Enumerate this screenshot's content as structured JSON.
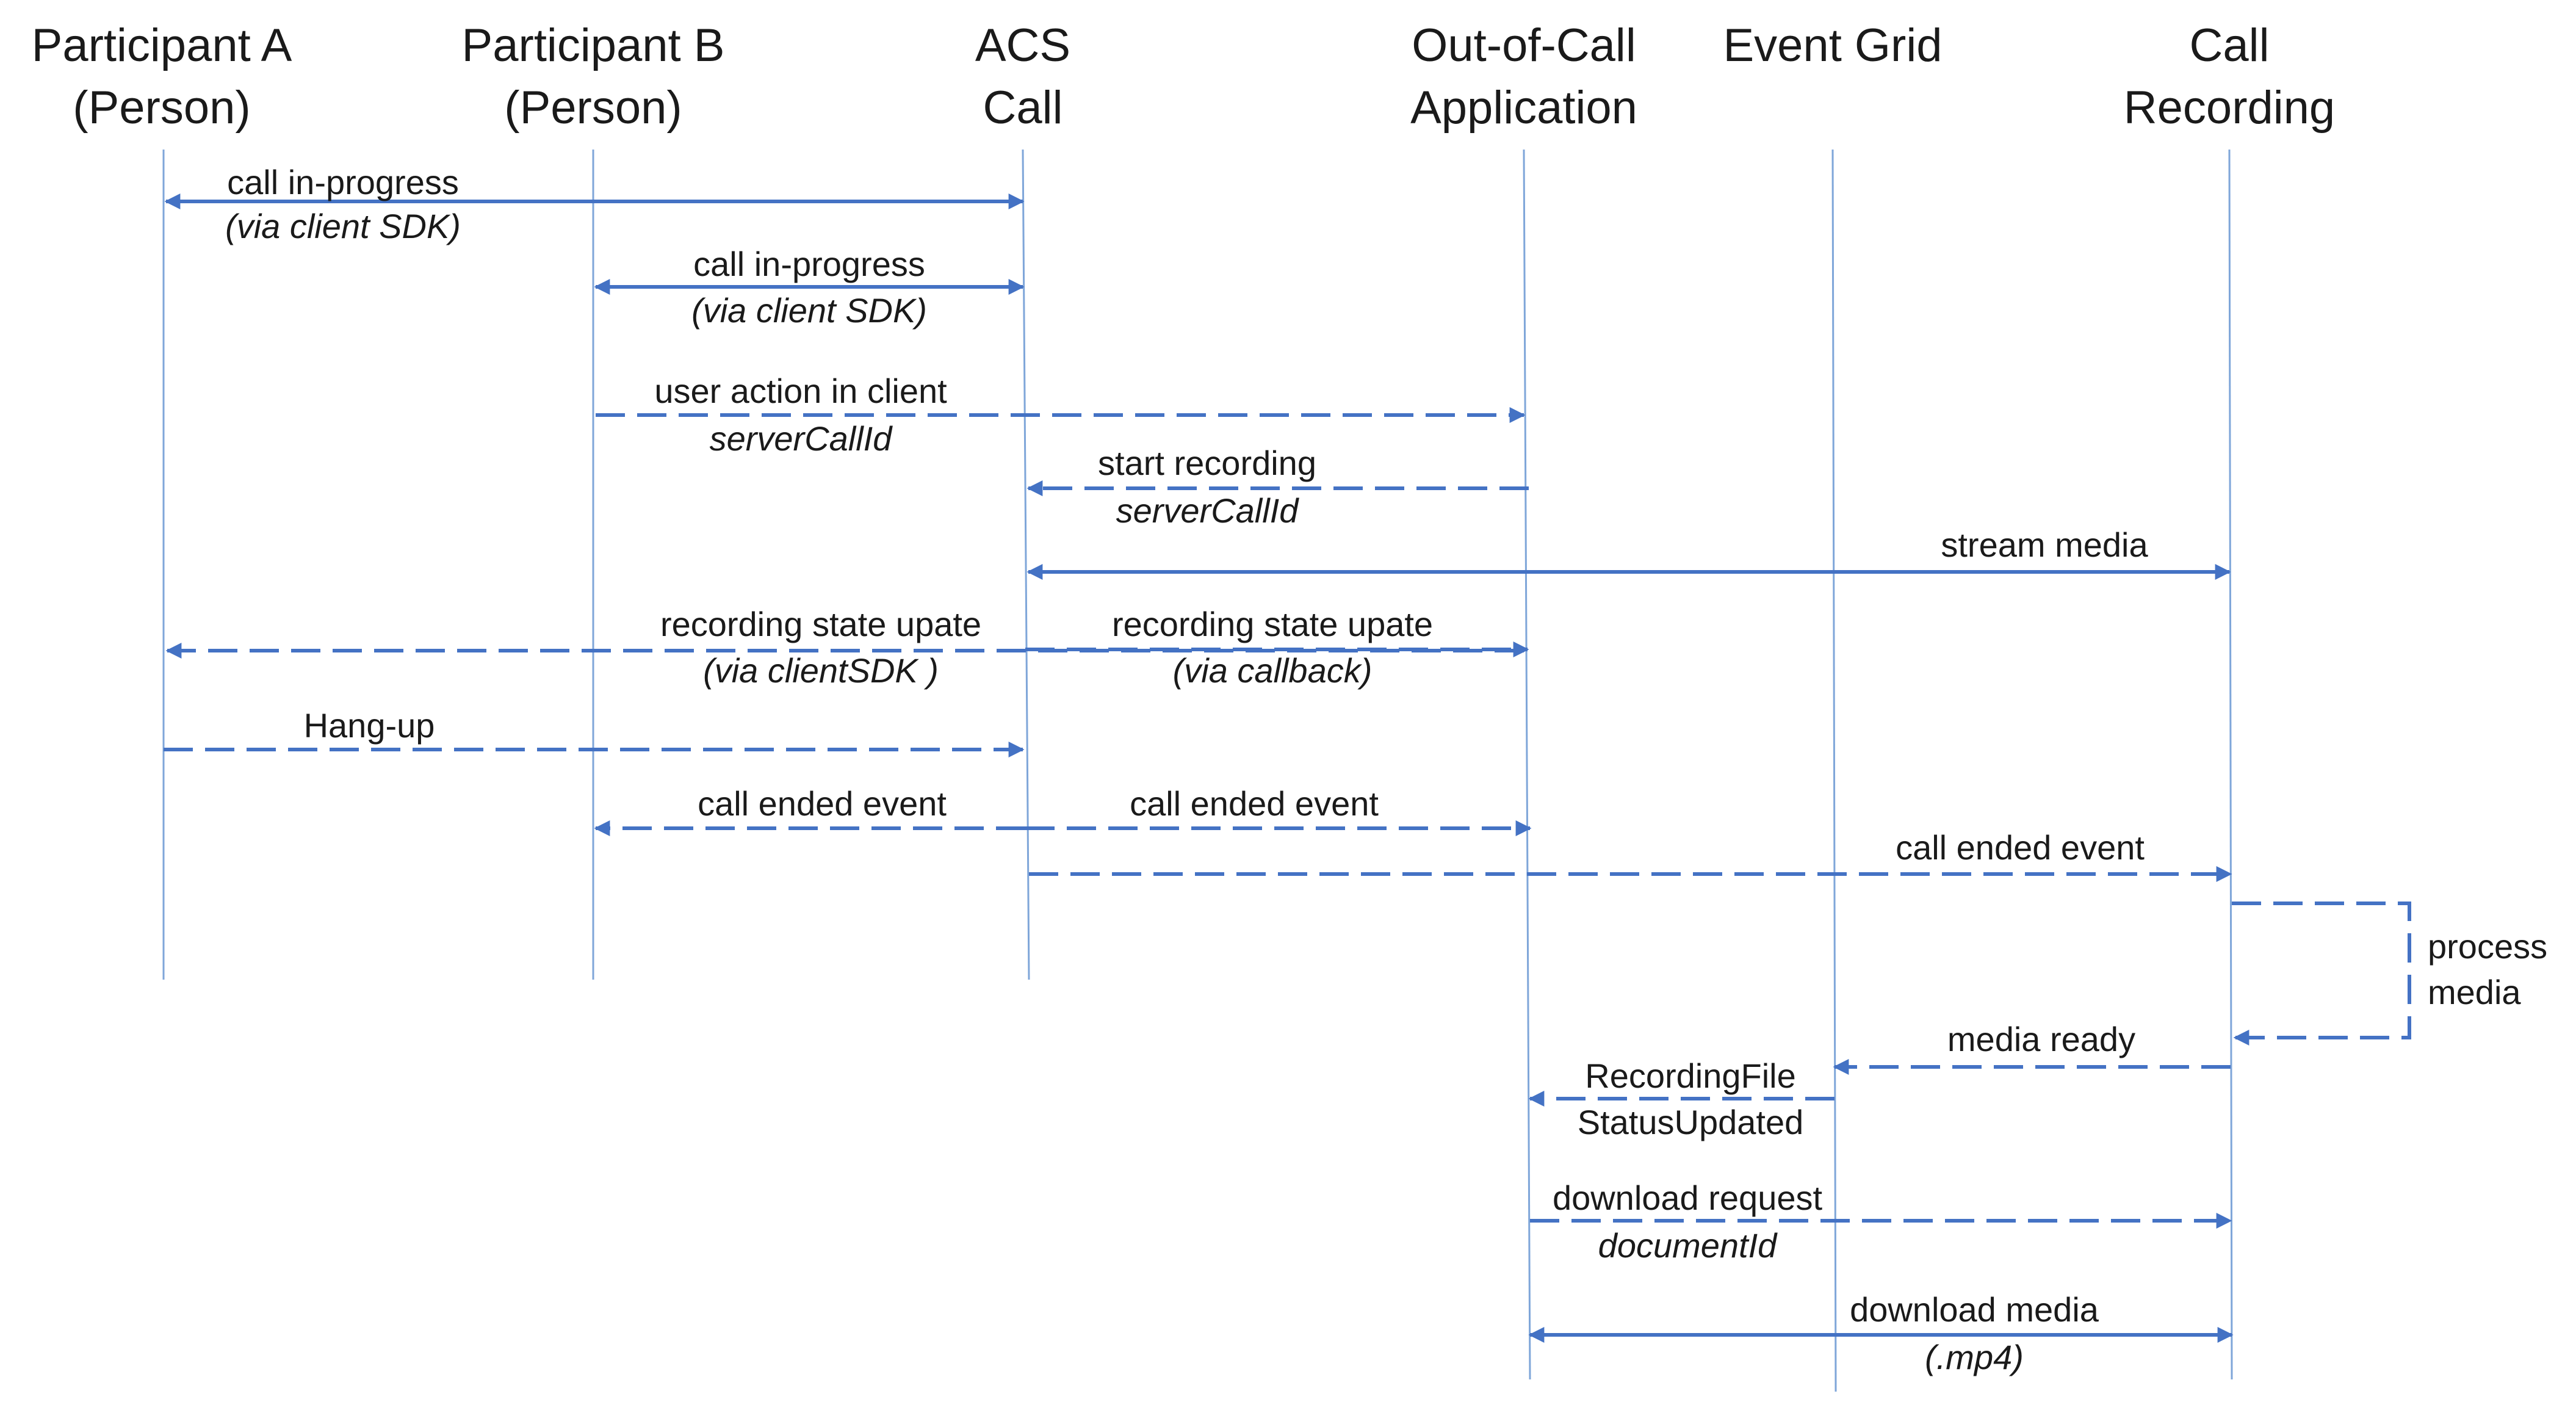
{
  "participants": [
    {
      "id": "a",
      "line1": "Participant A",
      "line2": "(Person)"
    },
    {
      "id": "b",
      "line1": "Participant B",
      "line2": "(Person)"
    },
    {
      "id": "acs",
      "line1": "ACS",
      "line2": "Call"
    },
    {
      "id": "ooc",
      "line1": "Out-of-Call",
      "line2": "Application"
    },
    {
      "id": "eg",
      "line1": "Event Grid",
      "line2": ""
    },
    {
      "id": "cr",
      "line1": "Call",
      "line2": "Recording"
    }
  ],
  "messages": [
    {
      "id": "m1",
      "label": "call in-progress",
      "sublabel": "(via client SDK)"
    },
    {
      "id": "m2",
      "label": "call in-progress",
      "sublabel": "(via client SDK)"
    },
    {
      "id": "m3",
      "label": "user action in client",
      "sublabel": "serverCallId"
    },
    {
      "id": "m4",
      "label": "start recording",
      "sublabel": "serverCallId"
    },
    {
      "id": "m5",
      "label": "stream media",
      "sublabel": ""
    },
    {
      "id": "m6",
      "label": "recording state upate",
      "sublabel": "(via clientSDK )"
    },
    {
      "id": "m7",
      "label": "recording state upate",
      "sublabel": "(via callback)"
    },
    {
      "id": "m8",
      "label": "Hang-up",
      "sublabel": ""
    },
    {
      "id": "m9",
      "label": "call ended event",
      "sublabel": ""
    },
    {
      "id": "m10",
      "label": "call ended event",
      "sublabel": ""
    },
    {
      "id": "m11",
      "label": "call ended event",
      "sublabel": ""
    },
    {
      "id": "m12",
      "label": "process",
      "sublabel": "media"
    },
    {
      "id": "m13",
      "label": "media ready",
      "sublabel": ""
    },
    {
      "id": "m14",
      "label": "RecordingFile",
      "sublabel": "StatusUpdated"
    },
    {
      "id": "m15",
      "label": "download request",
      "sublabel": "documentId"
    },
    {
      "id": "m16",
      "label": "download media",
      "sublabel": "(.mp4)"
    }
  ],
  "colors": {
    "arrow": "#4472c4",
    "lifeline": "#7fa6d9",
    "text": "#1a1a1a"
  }
}
